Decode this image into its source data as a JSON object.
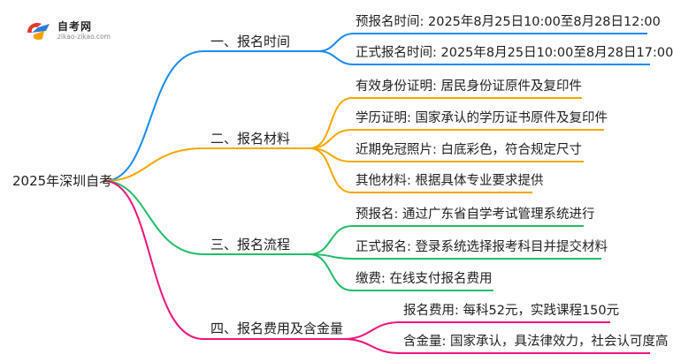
{
  "logo": {
    "name": "自考网",
    "url": "zikao-zikao.com"
  },
  "root": "2025年深圳自考",
  "colors": {
    "b0": "#1a8cf0",
    "b1": "#f5a800",
    "b2": "#1fbf6a",
    "b3": "#f0137a"
  },
  "branches": [
    {
      "label": "一、报名时间",
      "leaves": [
        "预报名时间: 2025年8月25日10:00至8月28日12:00",
        "正式报名时间: 2025年8月25日10:00至8月28日17:00"
      ]
    },
    {
      "label": "二、报名材料",
      "leaves": [
        "有效身份证明: 居民身份证原件及复印件",
        "学历证明: 国家承认的学历证书原件及复印件",
        "近期免冠照片: 白底彩色，符合规定尺寸",
        "其他材料: 根据具体专业要求提供"
      ]
    },
    {
      "label": "三、报名流程",
      "leaves": [
        "预报名: 通过广东省自学考试管理系统进行",
        "正式报名: 登录系统选择报考科目并提交材料",
        "缴费: 在线支付报名费用"
      ]
    },
    {
      "label": "四、报名费用及含金量",
      "leaves": [
        "报名费用: 每科52元，实践课程150元",
        "含金量: 国家承认，具法律效力，社会认可度高"
      ]
    }
  ]
}
